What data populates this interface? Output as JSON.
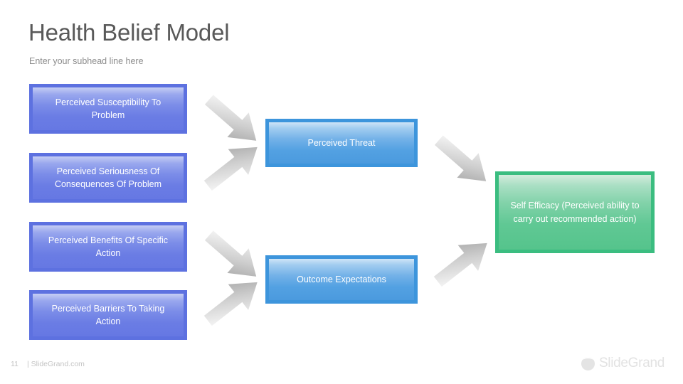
{
  "slide": {
    "title": "Health Belief Model",
    "subhead": "Enter your subhead line here"
  },
  "colors": {
    "title_text": "#595959",
    "subhead_text": "#8c8c8c",
    "indigo_frame": "#5d71e0",
    "cyan_frame": "#3d95dc",
    "green_frame": "#3bbd80",
    "node_text": "#ffffff",
    "arrow_gray": "#a6a6a6",
    "footer_text": "#c4c4c4",
    "background": "#ffffff"
  },
  "diagram": {
    "left_nodes": [
      {
        "label": "Perceived Susceptibility To Problem"
      },
      {
        "label": "Perceived Seriousness Of Consequences Of Problem"
      },
      {
        "label": "Perceived Benefits Of Specific Action"
      },
      {
        "label": "Perceived Barriers To Taking Action"
      }
    ],
    "middle_nodes": [
      {
        "label": "Perceived Threat"
      },
      {
        "label": "Outcome Expectations"
      }
    ],
    "right_node": {
      "label": "Self Efficacy (Perceived ability to carry out recommended action)"
    },
    "arrows": [
      {
        "name": "arrow-susceptibility-to-threat",
        "direction": "down-right"
      },
      {
        "name": "arrow-seriousness-to-threat",
        "direction": "up-right"
      },
      {
        "name": "arrow-benefits-to-outcome",
        "direction": "down-right"
      },
      {
        "name": "arrow-barriers-to-outcome",
        "direction": "up-right"
      },
      {
        "name": "arrow-threat-to-efficacy",
        "direction": "down-right"
      },
      {
        "name": "arrow-outcome-to-efficacy",
        "direction": "up-right"
      }
    ]
  },
  "footer": {
    "page_number": "11",
    "site": "| SlideGrand.com",
    "brand": "SlideGrand"
  }
}
